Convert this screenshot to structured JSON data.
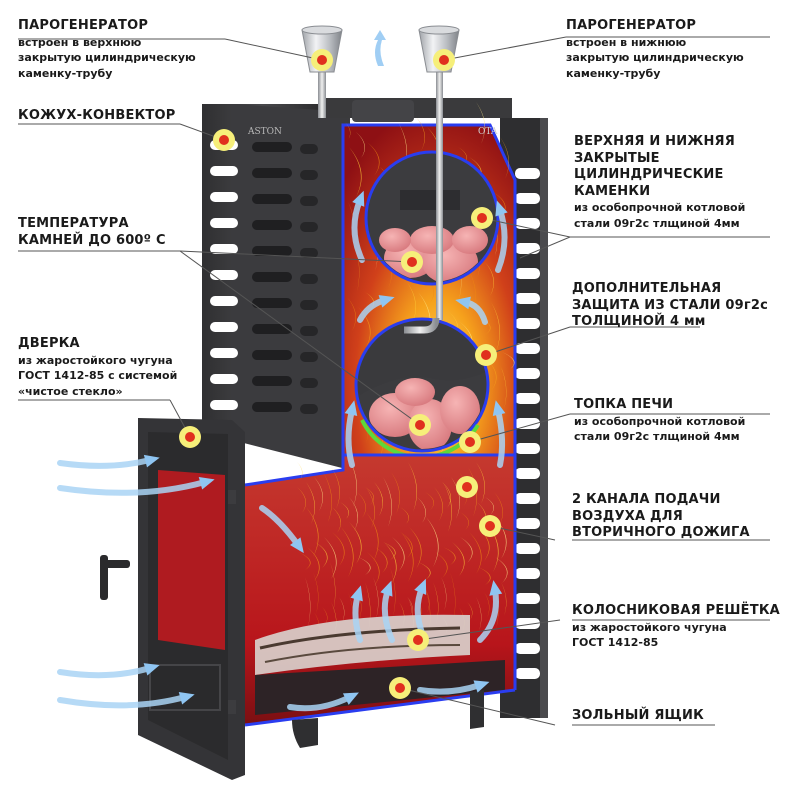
{
  "colors": {
    "steel": "#3a3a3c",
    "steel_light": "#4a4a4d",
    "fire_red": "#b0151a",
    "flame_orange": "#f08a12",
    "flame_yellow": "#ffd23a",
    "cut_outline": "#2a3df0",
    "protection_outline": "#5ed83a",
    "air_arrow": "#a9d4f5",
    "marker_ring": "#f6ef7a",
    "marker_dot": "#e0301e",
    "stones": "#e8979a",
    "leader_line": "#555555"
  },
  "labels": [
    {
      "id": "steam-generator-upper",
      "title": "ПАРОГЕНЕРАТОР",
      "subtitle": "встроен в верхнюю\nзакрытую цилиндрическую\nкаменку-трубу"
    },
    {
      "id": "steam-generator-lower",
      "title": "ПАРОГЕНЕРАТОР",
      "subtitle": "встроен в нижнюю\nзакрытую цилиндрическую\nкаменку-трубу"
    },
    {
      "id": "convector-casing",
      "title": "КОЖУХ-КОНВЕКТОР",
      "subtitle": ""
    },
    {
      "id": "closed-stone-chambers",
      "title": "ВЕРХНЯЯ И НИЖНЯЯ\nЗАКРЫТЫЕ\nЦИЛИНДРИЧЕСКИЕ\nКАМЕНКИ",
      "subtitle": "из особопрочной котловой\nстали 09г2с тлщиной 4мм"
    },
    {
      "id": "stone-temperature",
      "title": "ТЕМПЕРАТУРА\nКАМНЕЙ ДО 600º С",
      "subtitle": ""
    },
    {
      "id": "extra-protection",
      "title": "ДОПОЛНИТЕЛЬНАЯ\nЗАЩИТА ИЗ СТАЛИ 09г2с\nТОЛЩИНОЙ 4 мм",
      "subtitle": ""
    },
    {
      "id": "door",
      "title": "ДВЕРКА",
      "subtitle": "из жаростойкого чугуна\nГОСТ 1412-85 с системой\n«чистое стекло»"
    },
    {
      "id": "firebox",
      "title": "ТОПКА ПЕЧИ",
      "subtitle": "из особопрочной котловой\nстали 09г2с тлщиной 4мм"
    },
    {
      "id": "air-channels",
      "title": "2 КАНАЛА ПОДАЧИ\nВОЗДУХА ДЛЯ\nВТОРИЧНОГО ДОЖИГА",
      "subtitle": ""
    },
    {
      "id": "grate",
      "title": "КОЛОСНИКОВАЯ РЕШЁТКА",
      "subtitle": "из жаростойкого чугуна\nГОСТ 1412-85"
    },
    {
      "id": "ash-drawer",
      "title": "ЗОЛЬНЫЙ ЯЩИК",
      "subtitle": ""
    }
  ],
  "brand": {
    "left_logo": "ASTON",
    "right_logo": "OTA"
  },
  "icons": {
    "marker": "callout-marker-icon",
    "airflow": "airflow-arrow-icon",
    "steam_cup": "steam-generator-cup-icon"
  }
}
